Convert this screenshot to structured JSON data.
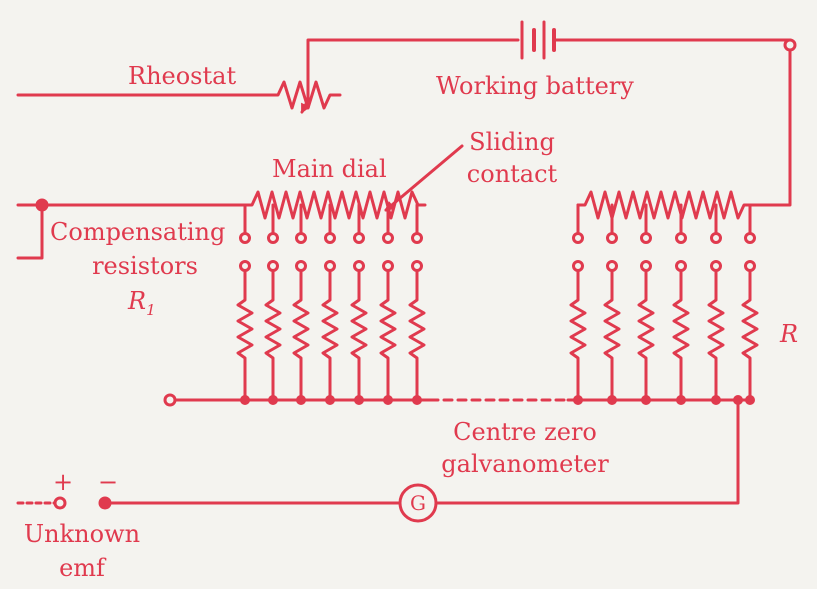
{
  "labels": {
    "rheostat": "Rheostat",
    "working_battery": "Working battery",
    "sliding_contact_line1": "Sliding",
    "sliding_contact_line2": "contact",
    "main_dial": "Main dial",
    "compensating_line1": "Compensating",
    "compensating_line2": "resistors",
    "r1_main": "R",
    "r1_sub": "1",
    "r2": "R",
    "centre_zero_line1": "Centre zero",
    "centre_zero_line2": "galvanometer",
    "galvanometer_symbol": "G",
    "plus": "+",
    "minus": "−",
    "unknown_line1": "Unknown",
    "unknown_line2": "emf"
  },
  "colors": {
    "ink": "#e03a4e",
    "paper": "#f4f3ef"
  }
}
